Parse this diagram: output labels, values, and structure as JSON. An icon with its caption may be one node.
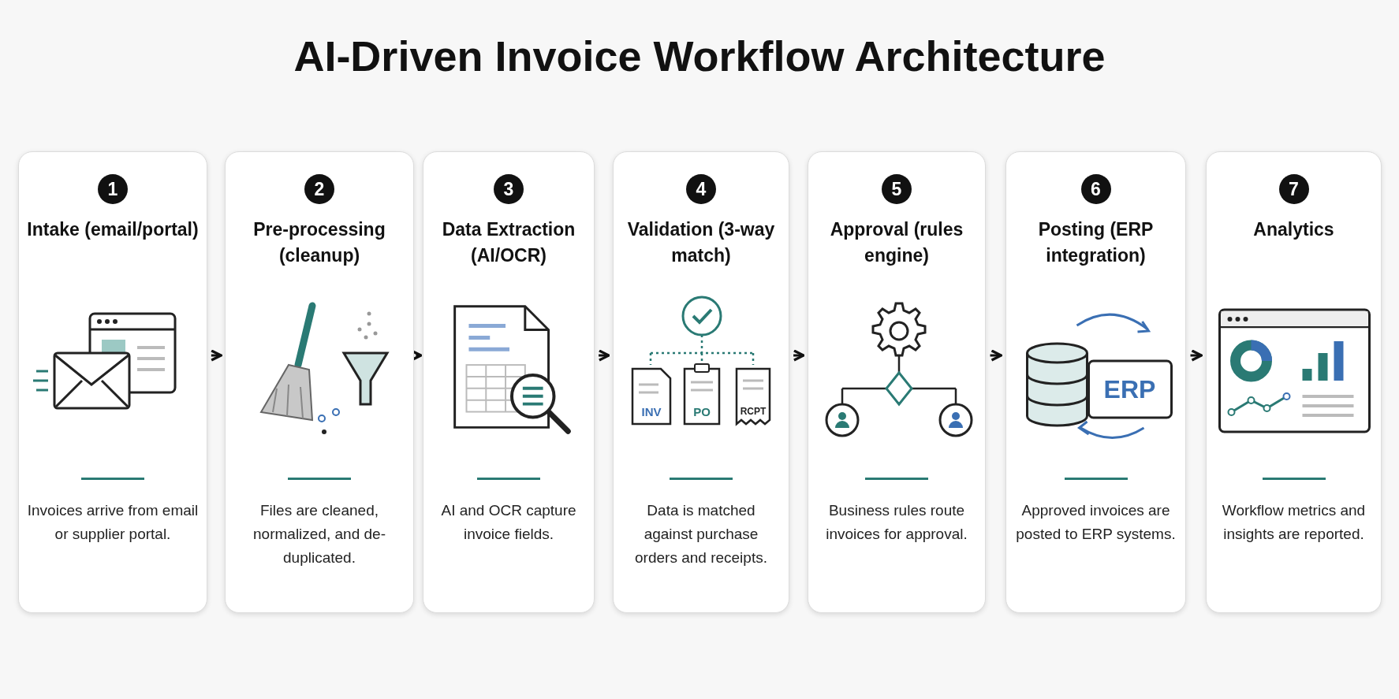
{
  "diagram": {
    "title": "AI-Driven Invoice Workflow Architecture",
    "nodes": [
      {
        "text": [
          "1",
          "Intake (email/portal)",
          "Invoices arrive from email or supplier portal."
        ]
      },
      {
        "text": [
          "2",
          "Pre-processing (cleanup)",
          "Files are cleaned, normalized, and de-duplicated."
        ]
      },
      {
        "text": [
          "3",
          "Data Extraction (AI/OCR)",
          "AI and OCR capture invoice fields."
        ]
      },
      {
        "text": [
          "4",
          "Validation (3-way match)",
          "Data is matched against purchase orders and receipts."
        ]
      },
      {
        "text": [
          "5",
          "Approval (rules engine)",
          "Business rules route invoices for approval."
        ]
      },
      {
        "text": [
          "6",
          "Posting (ERP integration)",
          "Approved invoices are posted to ERP systems."
        ]
      },
      {
        "text": [
          "7",
          "Analytics",
          "Workflow metrics and insights are reported."
        ]
      }
    ],
    "edges": [
      {
        "from": 0,
        "to": 1,
        "arrow": "to"
      },
      {
        "from": 1,
        "to": 2,
        "arrow": "to"
      },
      {
        "from": 2,
        "to": 3,
        "arrow": "to"
      },
      {
        "from": 3,
        "to": 4,
        "arrow": "to"
      },
      {
        "from": 4,
        "to": 5,
        "arrow": "to"
      },
      {
        "from": 5,
        "to": 6,
        "arrow": "to"
      }
    ],
    "labels": [
      "INV",
      "PO",
      "RCPT",
      "ERP"
    ]
  }
}
